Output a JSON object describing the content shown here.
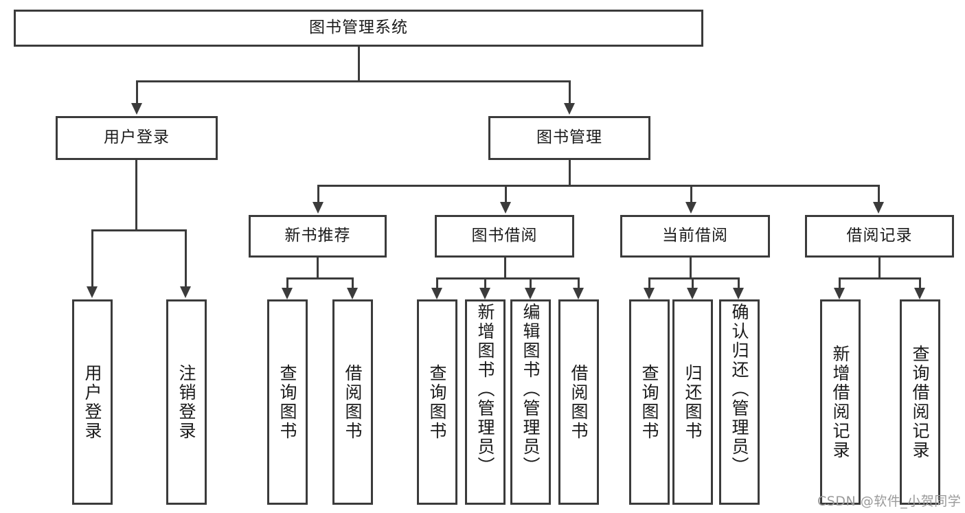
{
  "diagram": {
    "title": "图书管理系统",
    "type": "tree-hierarchy-diagram",
    "root": {
      "label": "图书管理系统"
    },
    "level2": [
      {
        "label": "用户登录"
      },
      {
        "label": "图书管理"
      }
    ],
    "level3": [
      {
        "label": "新书推荐"
      },
      {
        "label": "图书借阅"
      },
      {
        "label": "当前借阅"
      },
      {
        "label": "借阅记录"
      }
    ],
    "leaves": {
      "user_login": [
        {
          "label": "用户登录"
        },
        {
          "label": "注销登录"
        }
      ],
      "new_book_recommend": [
        {
          "label": "查询图书"
        },
        {
          "label": "借阅图书"
        }
      ],
      "book_borrow": [
        {
          "label": "查询图书"
        },
        {
          "label": "新增图书（管理员）"
        },
        {
          "label": "编辑图书（管理员）"
        },
        {
          "label": "借阅图书"
        }
      ],
      "current_borrow": [
        {
          "label": "查询图书"
        },
        {
          "label": "归还图书"
        },
        {
          "label": "确认归还（管理员）"
        }
      ],
      "borrow_record": [
        {
          "label": "新增借阅记录"
        },
        {
          "label": "查询借阅记录"
        }
      ]
    },
    "colors": {
      "stroke": "#3b3b3b",
      "fill": "#ffffff",
      "text": "#1a1a1a",
      "watermark": "#9a9a9a"
    }
  },
  "watermark": {
    "text": "CSDN @软件_小贺同学"
  }
}
